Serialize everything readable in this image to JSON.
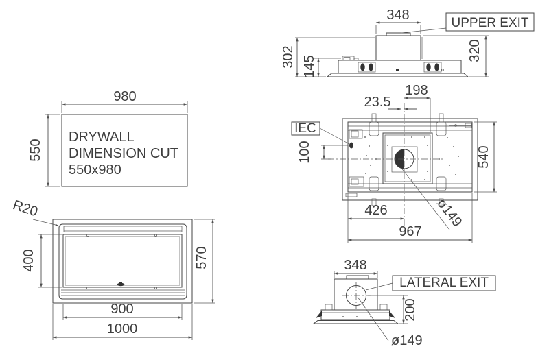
{
  "colors": {
    "background": "#ffffff",
    "line": "#454545",
    "text": "#3e3e3e"
  },
  "views": {
    "upper_exit": {
      "label": "UPPER EXIT",
      "dim_duct_width": "348",
      "dim_height_overall": "302",
      "dim_body_height": "145",
      "dim_height_right": "320"
    },
    "plan": {
      "label_iec": "IEC",
      "dim_center_offset": "23.5",
      "dim_duct_position": "198",
      "dim_iec_position": "100",
      "dim_depth": "540",
      "dim_center_from_left": "426",
      "dim_width": "967",
      "dim_exit_diameter": "ø149"
    },
    "drywall_cut": {
      "line1": "DRYWALL",
      "line2": "DIMENSION CUT",
      "line3": "550x980",
      "dim_width": "980",
      "dim_height": "550"
    },
    "front": {
      "dim_corner_radius": "R20",
      "dim_inner_height": "400",
      "dim_height": "570",
      "dim_inner_width": "900",
      "dim_width": "1000"
    },
    "lateral_exit": {
      "label": "LATERAL EXIT",
      "dim_duct_width": "348",
      "dim_exit_height": "200",
      "dim_exit_diameter": "ø149"
    }
  }
}
